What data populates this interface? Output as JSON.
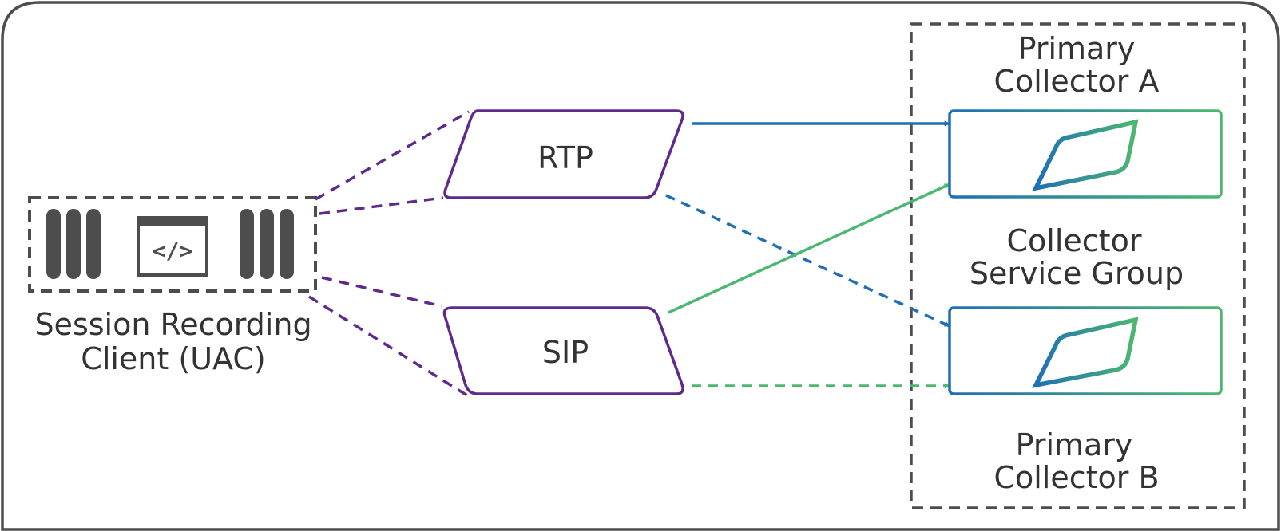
{
  "client": {
    "line1": "Session Recording",
    "line2": "Client (UAC)",
    "code_symbol": "</>"
  },
  "protocols": {
    "rtp": "RTP",
    "sip": "SIP"
  },
  "collector_group": {
    "collector_a_line1": "Primary",
    "collector_a_line2": "Collector A",
    "group_line1": "Collector",
    "group_line2": "Service Group",
    "collector_b_line1": "Primary",
    "collector_b_line2": "Collector B"
  },
  "colors": {
    "frame": "#4d4d4d",
    "purple": "#5e2b8c",
    "blue": "#1f6fb5",
    "green": "#4cb86f",
    "text": "#333333"
  },
  "icons": {
    "client_server_left": "server-rack-icon",
    "client_code": "code-window-icon",
    "client_server_right": "server-rack-icon",
    "collector": "collector-appliance-icon"
  }
}
